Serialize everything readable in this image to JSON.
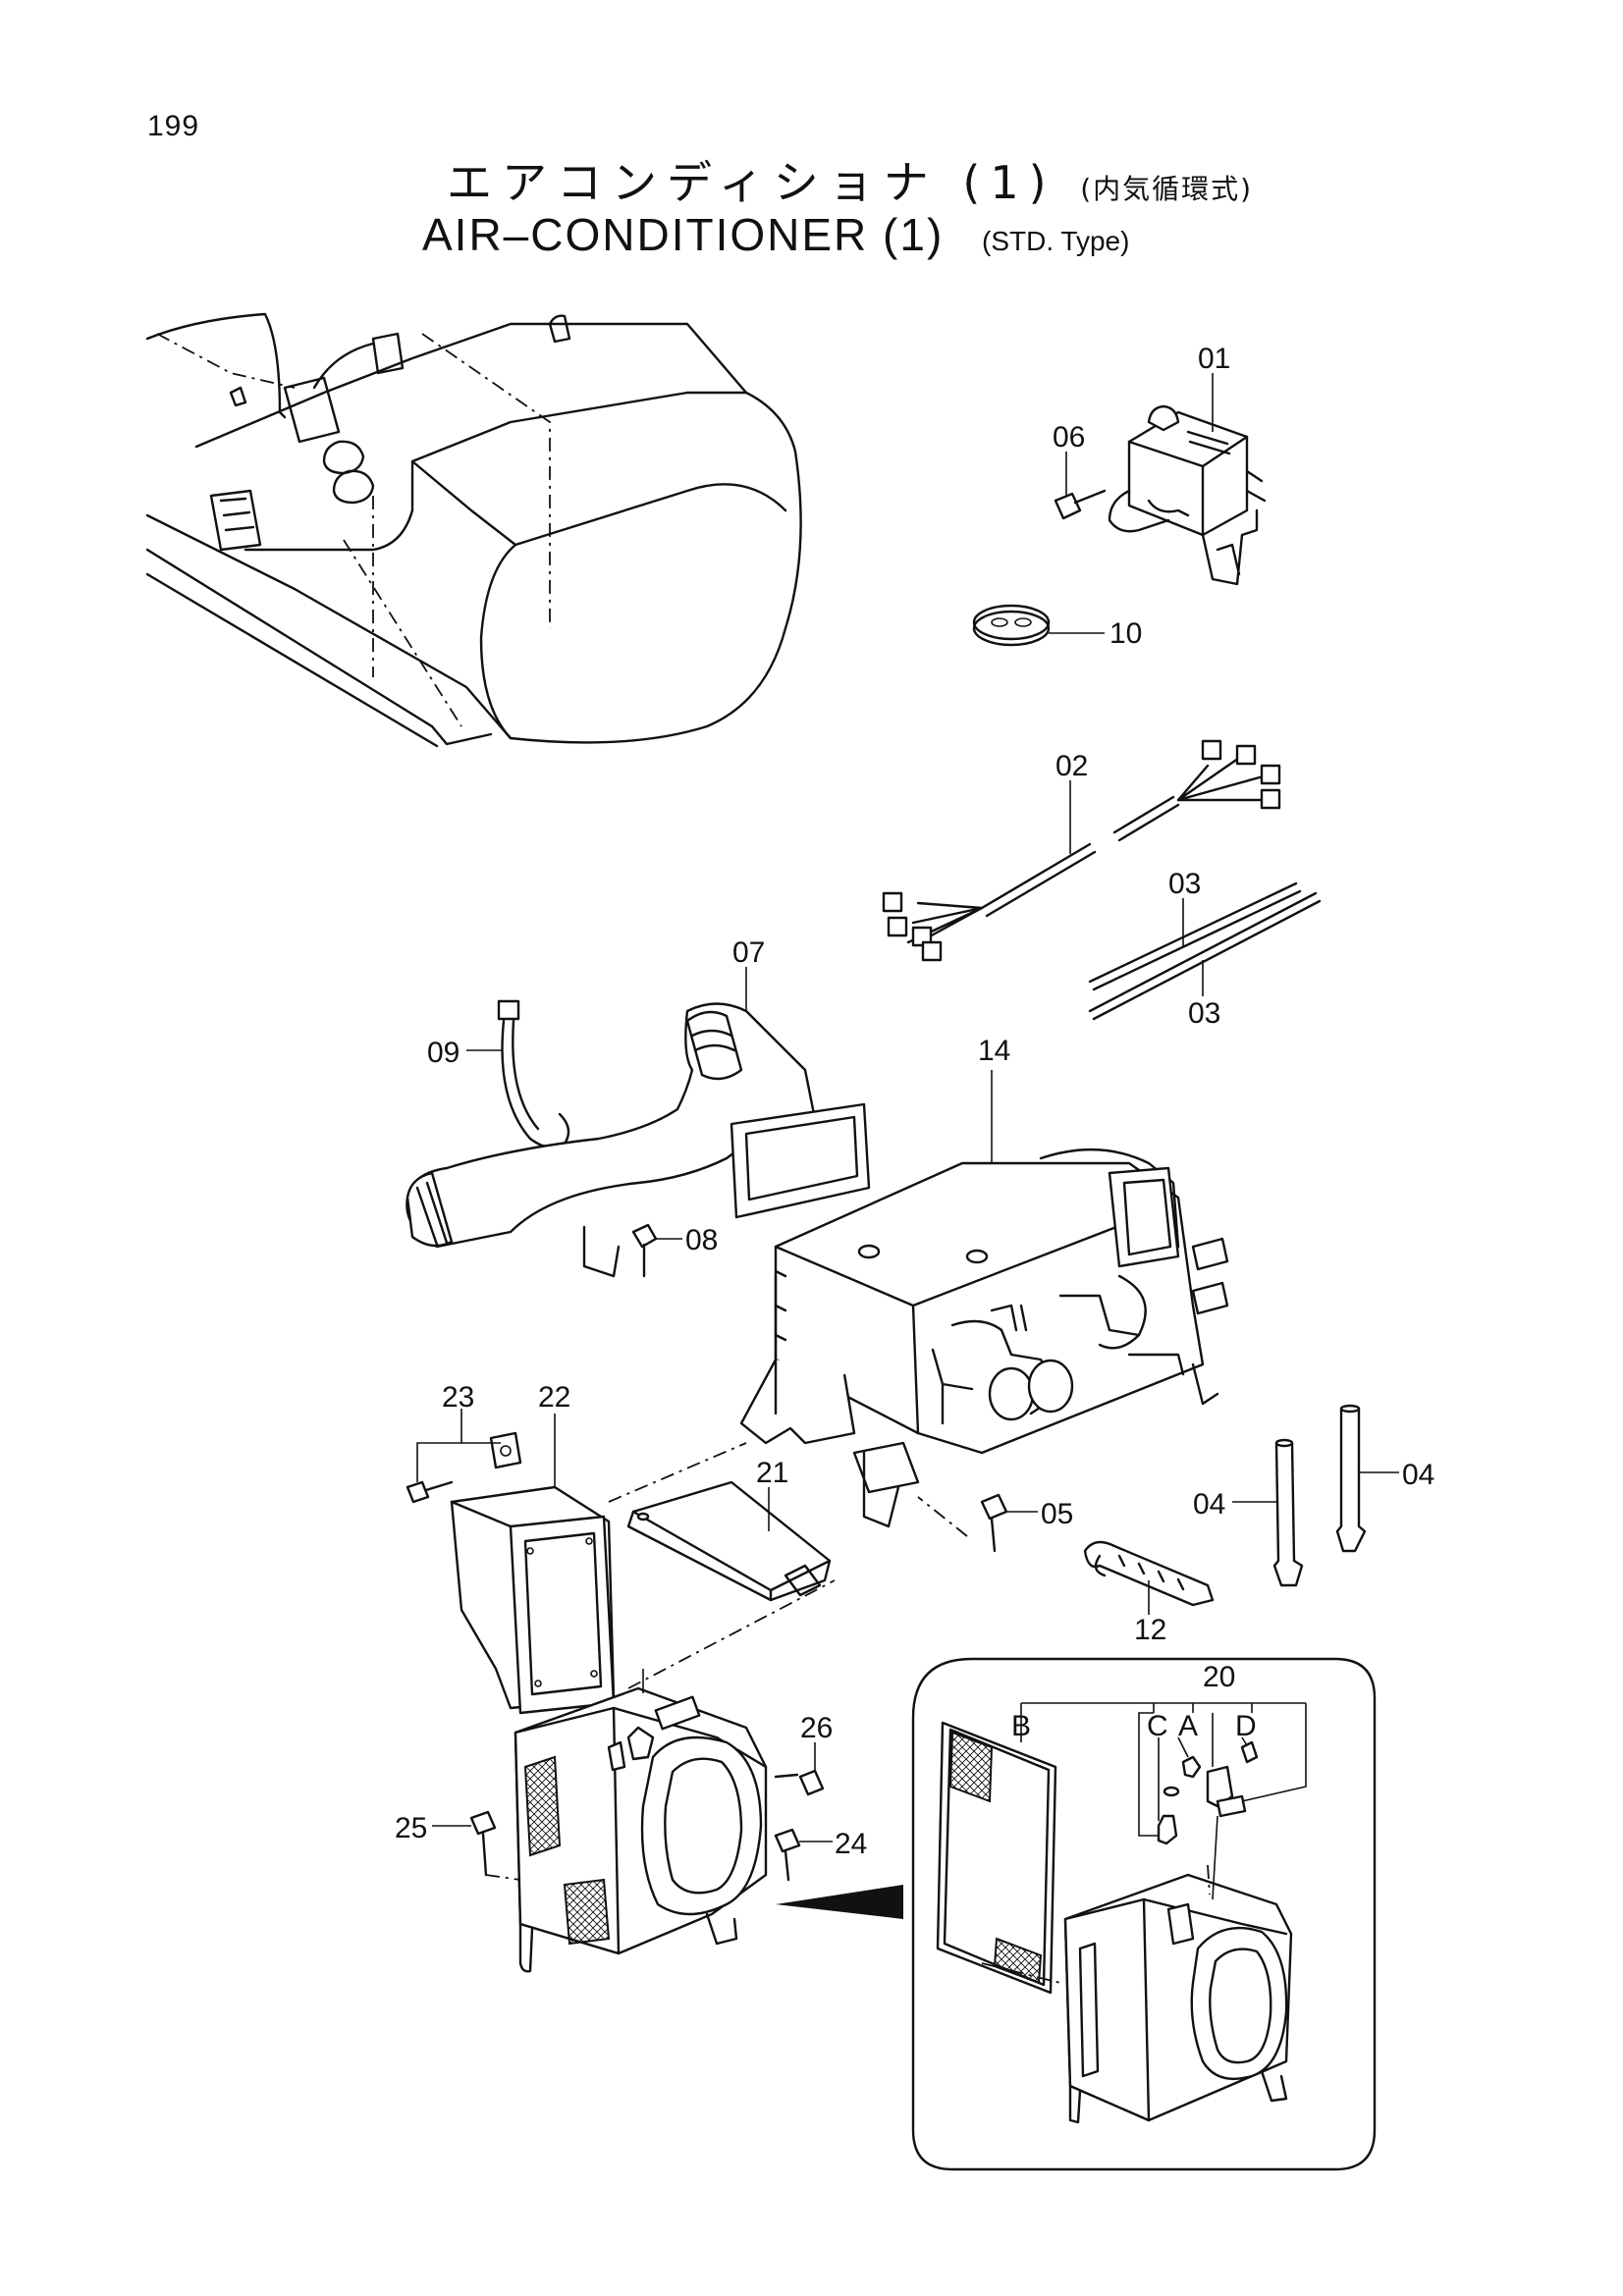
{
  "page_number": "199",
  "title": {
    "jp_main": "エアコンディショナ (1)",
    "jp_sub": "(内気循環式)",
    "en_main": "AIR–CONDITIONER (1)",
    "en_sub": "(STD. Type)"
  },
  "part_labels": {
    "p01": "01",
    "p02": "02",
    "p03a": "03",
    "p03b": "03",
    "p04a": "04",
    "p04b": "04",
    "p05": "05",
    "p06": "06",
    "p07": "07",
    "p08": "08",
    "p09": "09",
    "p10": "10",
    "p12": "12",
    "p14": "14",
    "p20": "20",
    "p21": "21",
    "p22": "22",
    "p23": "23",
    "p24": "24",
    "p25": "25",
    "p26": "26"
  },
  "detail_labels": {
    "a": "A",
    "b": "B",
    "c": "C",
    "d": "D"
  },
  "icons": [
    "air-conditioner-unit",
    "console-cabinet",
    "wire-harness",
    "duct",
    "filter-box",
    "bolt",
    "grommet",
    "clamp",
    "drain-hose"
  ]
}
